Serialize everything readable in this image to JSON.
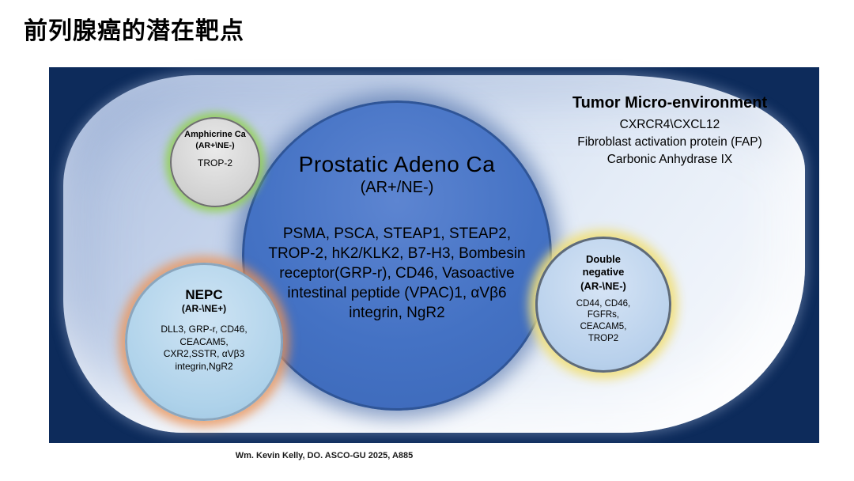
{
  "page": {
    "title": "前列腺癌的潜在靶点",
    "citation": "Wm. Kevin Kelly, DO. ASCO-GU 2025, A885"
  },
  "tumor_microenvironment": {
    "title": "Tumor Micro-environment",
    "lines": [
      "CXRCR4\\CXCL12",
      "Fibroblast activation protein (FAP)",
      "Carbonic Anhydrase IX"
    ]
  },
  "adeno": {
    "title": "Prostatic Adeno Ca",
    "subtitle": "(AR+/NE-)",
    "targets": "PSMA, PSCA, STEAP1, STEAP2, TROP-2, hK2/KLK2, B7-H3, Bombesin receptor(GRP-r), CD46, Vasoactive intestinal peptide (VPAC)1, αVβ6 integrin, NgR2"
  },
  "amphicrine": {
    "title": "Amphicrine Ca",
    "subtitle": "(AR+\\NE-)",
    "targets": "TROP-2"
  },
  "nepc": {
    "title": "NEPC",
    "subtitle": "(AR-\\NE+)",
    "target_lines": [
      "DLL3, GRP-r, CD46,",
      "CEACAM5,",
      "CXR2,SSTR, αVβ3",
      "integrin,NgR2"
    ]
  },
  "double_negative": {
    "title": "Double negative",
    "subtitle": "(AR-\\NE-)",
    "target_lines": [
      "CD44, CD46,",
      "FGFRs,",
      "CEACAM5,",
      "TROP2"
    ]
  },
  "colors": {
    "slide_background": "#0d2b5b",
    "adeno_fill": "#4472c4",
    "amphicrine_glow": "#92d050",
    "nepc_glow": "#ed9a5f",
    "double_negative_glow": "#f0e187"
  }
}
